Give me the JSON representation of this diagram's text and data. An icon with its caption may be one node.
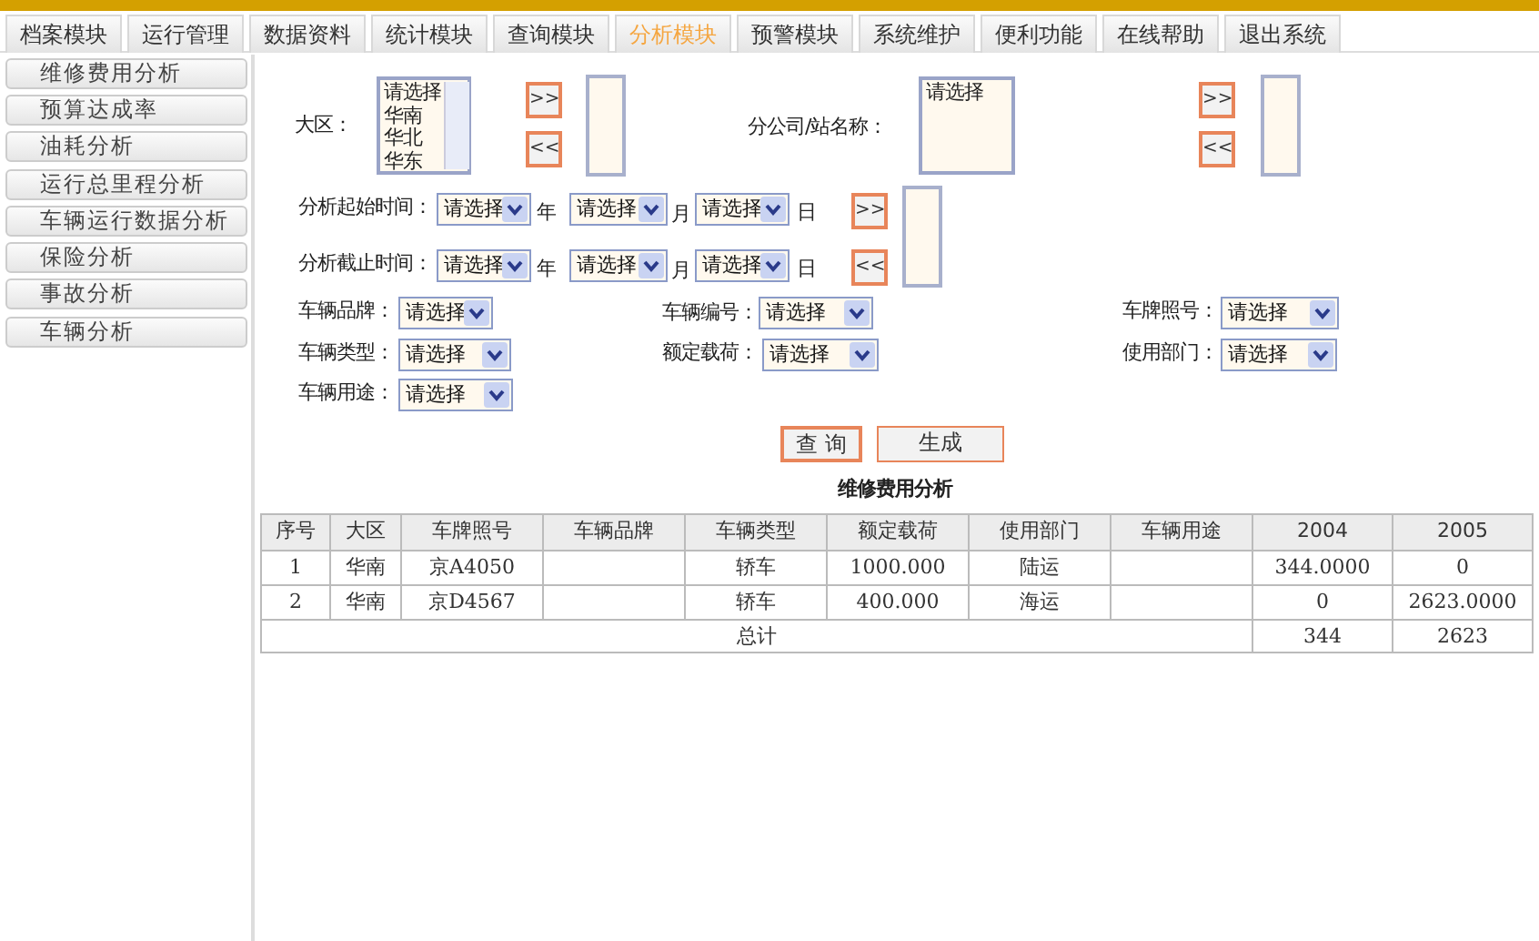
{
  "diagram": {
    "labels": [
      "档案模块",
      "运行管理",
      "数据资料",
      "统计模块",
      "查询模块",
      "分析模块",
      "预警模块",
      "系统维护",
      "便利功能",
      "在线帮助",
      "退出系统",
      "维修费用分析",
      "预算达成率",
      "油耗分析",
      "运行总里程分析",
      "车辆运行数据分析",
      "保险分析",
      "事故分析",
      "车辆分析",
      "大区：",
      "请选择",
      "华南",
      "华北",
      "华东",
      ">>",
      "<<",
      "分公司/站名称：",
      "请选择",
      ">>",
      "<<",
      "分析起始时间：",
      "请选择",
      "年",
      "请选择",
      "月",
      "请选择",
      "日",
      ">>",
      "分析截止时间：",
      "请选择",
      "年",
      "请选择",
      "月",
      "请选择",
      "日",
      "<<",
      "车辆品牌：",
      "请选择",
      "车辆编号：",
      "请选择",
      "车牌照号：",
      "请选择",
      "车辆类型：",
      "请选择",
      "额定载荷：",
      "请选择",
      "使用部门：",
      "请选择",
      "车辆用途：",
      "请选择",
      "查 询",
      "生成",
      "维修费用分析",
      "序号",
      "大区",
      "车牌照号",
      "车辆品牌",
      "车辆类型",
      "额定载荷",
      "使用部门",
      "车辆用途",
      "2004",
      "2005",
      "1",
      "华南",
      "京A4050",
      "轿车",
      "1000.000",
      "陆运",
      "344.0000",
      "0",
      "2",
      "华南",
      "京D4567",
      "轿车",
      "400.000",
      "海运",
      "0",
      "2623.0000",
      "总计",
      "344",
      "2623"
    ]
  }
}
